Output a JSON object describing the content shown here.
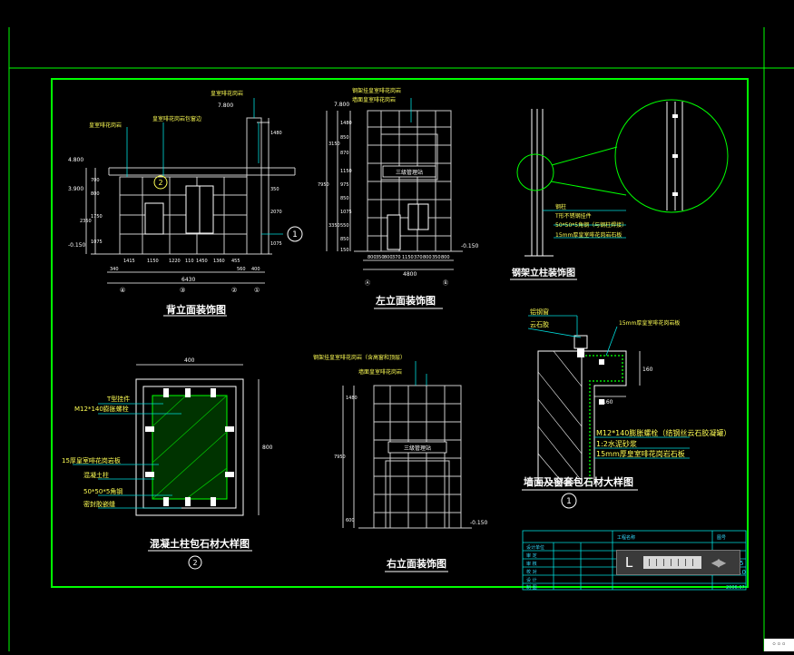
{
  "colors": {
    "frame": "#00ff00",
    "background": "#000000",
    "dimension": "#ffffff",
    "annotation": "#ffff55",
    "leader": "#00dddd"
  },
  "sheet": {
    "back_elevation": {
      "title": "背立面装饰图",
      "labels": [
        "皇室啡花岗岩",
        "皇室啡花岗岩包窗边",
        "皇室啡花岗岩"
      ],
      "levels": [
        "4.800",
        "3.900",
        "7.800",
        "-0.150"
      ],
      "dims_v": [
        "700",
        "800",
        "2350",
        "1750",
        "1075",
        "1480",
        "2070",
        "350",
        "1075"
      ],
      "dims_h": [
        "340",
        "1415",
        "1150",
        "1220",
        "110",
        "1450",
        "1360",
        "455",
        "560",
        "400"
      ],
      "total": "6430",
      "axis_marks": [
        "④",
        "③",
        "②",
        "①"
      ],
      "callout_A": "2",
      "callout_B": "1"
    },
    "left_elevation": {
      "title": "左立面装饰图",
      "labels": [
        "钢架挂皇室啡花岗岩",
        "墙面皇室啡花岗岩"
      ],
      "sign": "三级管理站",
      "levels": [
        "7.800",
        "-0.150"
      ],
      "dims_v": [
        "1480",
        "3150",
        "850",
        "870",
        "1150",
        "975",
        "850",
        "7950",
        "3350",
        "1075",
        "550",
        "850",
        "150"
      ],
      "dims_h": [
        "800",
        "350",
        "800",
        "370",
        "1150",
        "370",
        "800",
        "350",
        "800"
      ],
      "total": "4800",
      "axis_marks": [
        "Ⓐ",
        "Ⓑ"
      ]
    },
    "steel_detail": {
      "title": "钢架立柱装饰图",
      "labels": [
        "钢柱",
        "T形不锈钢挂件",
        "50*50*5角钢（与钢柱焊接）",
        "15mm厚皇室啡花岗岩石板"
      ]
    },
    "concrete_detail": {
      "title": "混凝土柱包石材大样图",
      "number": "2",
      "labels": [
        "T型挂件",
        "M12*140膨胀螺栓",
        "15厚皇室啡花岗岩板",
        "混凝土柱",
        "50*50*5角钢",
        "密封胶嵌缝"
      ],
      "dims": [
        "400",
        "800"
      ]
    },
    "right_elevation": {
      "title": "右立面装饰图",
      "labels": [
        "钢架挂皇室啡花岗岩（含高窗和顶层）",
        "墙面皇室啡花岗岩"
      ],
      "sign": "三级管理站",
      "levels": [
        "-0.150"
      ],
      "dims_v": [
        "1480",
        "7950",
        "600"
      ]
    },
    "window_detail": {
      "title": "墙面及窗套包石材大样图",
      "number": "1",
      "labels": [
        "铝钢窗",
        "云石胶",
        "15mm厚皇室啡花岗岩板",
        "M12*140膨胀螺栓（结钢丝云石胶凝罐）",
        "1:2水泥砂浆",
        "15mm厚皇室啡花岗岩石板"
      ],
      "dims": [
        "160",
        "160"
      ]
    },
    "title_block": {
      "rows": [
        "设计单位",
        "审 定",
        "审 核",
        "校 对",
        "设 计",
        "制 图"
      ],
      "project": "工程名称",
      "sheet_no": "图号",
      "numbers": [
        "5",
        "10"
      ],
      "date": "2006.07"
    }
  },
  "viewer": {
    "layout_tab": "L",
    "arrows": "◀▶"
  },
  "corner_button": "◦◦◦"
}
